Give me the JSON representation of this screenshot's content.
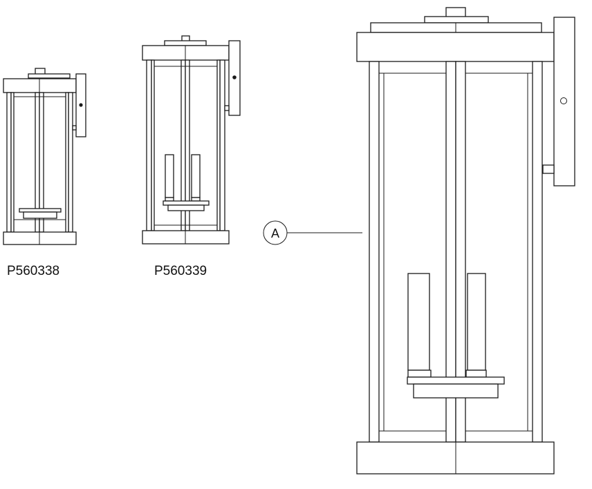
{
  "models": [
    {
      "label": "P560338",
      "size": "small"
    },
    {
      "label": "P560339",
      "size": "medium"
    }
  ],
  "callout": {
    "letter": "A"
  },
  "colors": {
    "stroke": "#1a1a1a",
    "background": "#ffffff"
  }
}
